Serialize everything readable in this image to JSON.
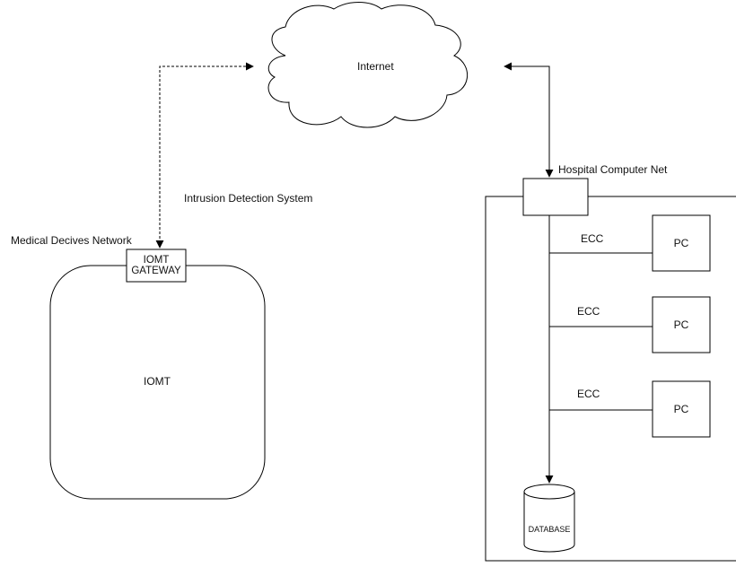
{
  "labels": {
    "internet": "Internet",
    "ids": "Intrusion Detection System",
    "medical_network": "Medical Decives Network",
    "gateway": "IOMT\nGATEWAY",
    "iomt": "IOMT",
    "hospital_net": "Hospital Computer Net",
    "ecc": [
      "ECC",
      "ECC",
      "ECC"
    ],
    "pc": [
      "PC",
      "PC",
      "PC"
    ],
    "database": "DATABASE"
  },
  "colors": {
    "stroke": "#000000",
    "text": "#111111",
    "background": "#ffffff"
  }
}
